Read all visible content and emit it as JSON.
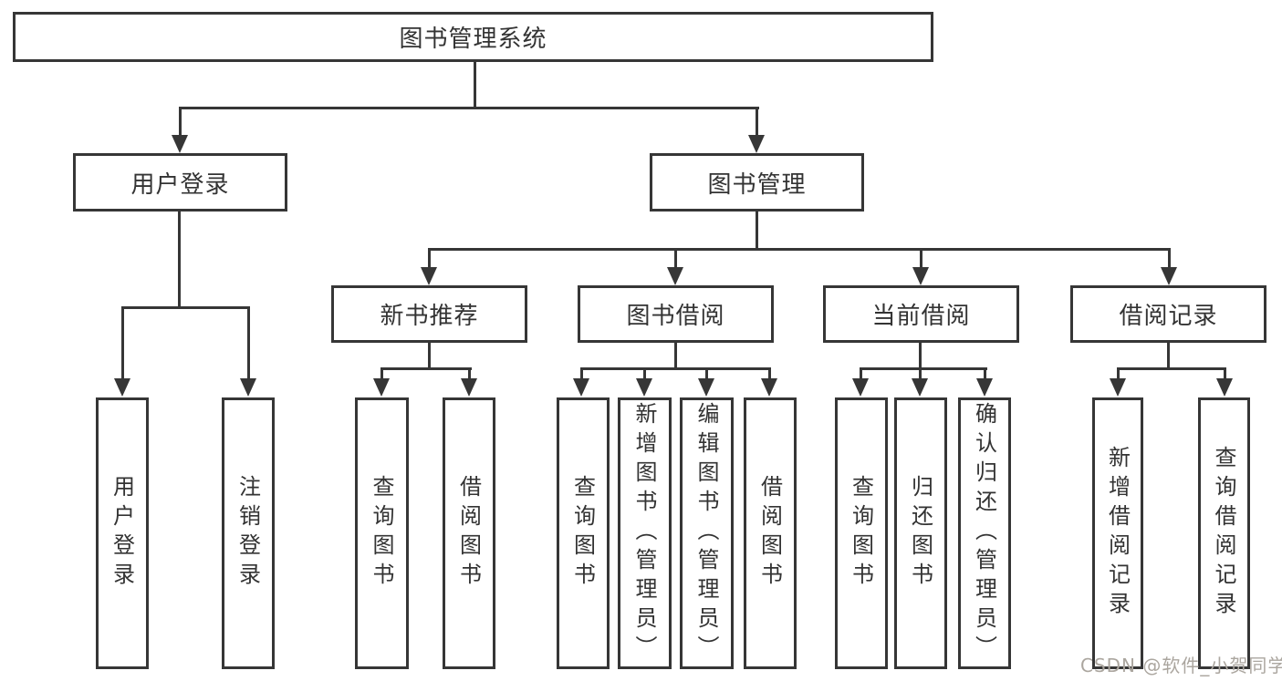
{
  "diagram": {
    "title": "图书管理系统",
    "root": {
      "label": "图书管理系统"
    },
    "level2": [
      {
        "label": "用户登录"
      },
      {
        "label": "图书管理"
      }
    ],
    "level3": [
      {
        "label": "新书推荐"
      },
      {
        "label": "图书借阅"
      },
      {
        "label": "当前借阅"
      },
      {
        "label": "借阅记录"
      }
    ],
    "leaves": {
      "user_login": [
        "用户登录",
        "注销登录"
      ],
      "new_book": [
        "查询图书",
        "借阅图书"
      ],
      "borrow": [
        "查询图书",
        "新增图书（管理员）",
        "编辑图书（管理员）",
        "借阅图书"
      ],
      "current": [
        "查询图书",
        "归还图书",
        "确认归还（管理员）"
      ],
      "records": [
        "新增借阅记录",
        "查询借阅记录"
      ]
    }
  },
  "watermark": {
    "text": "CSDN @软件_小贺同学"
  },
  "colors": {
    "line": "#363636",
    "text": "#333333",
    "watermark": "#aba69f",
    "background": "#ffffff"
  }
}
